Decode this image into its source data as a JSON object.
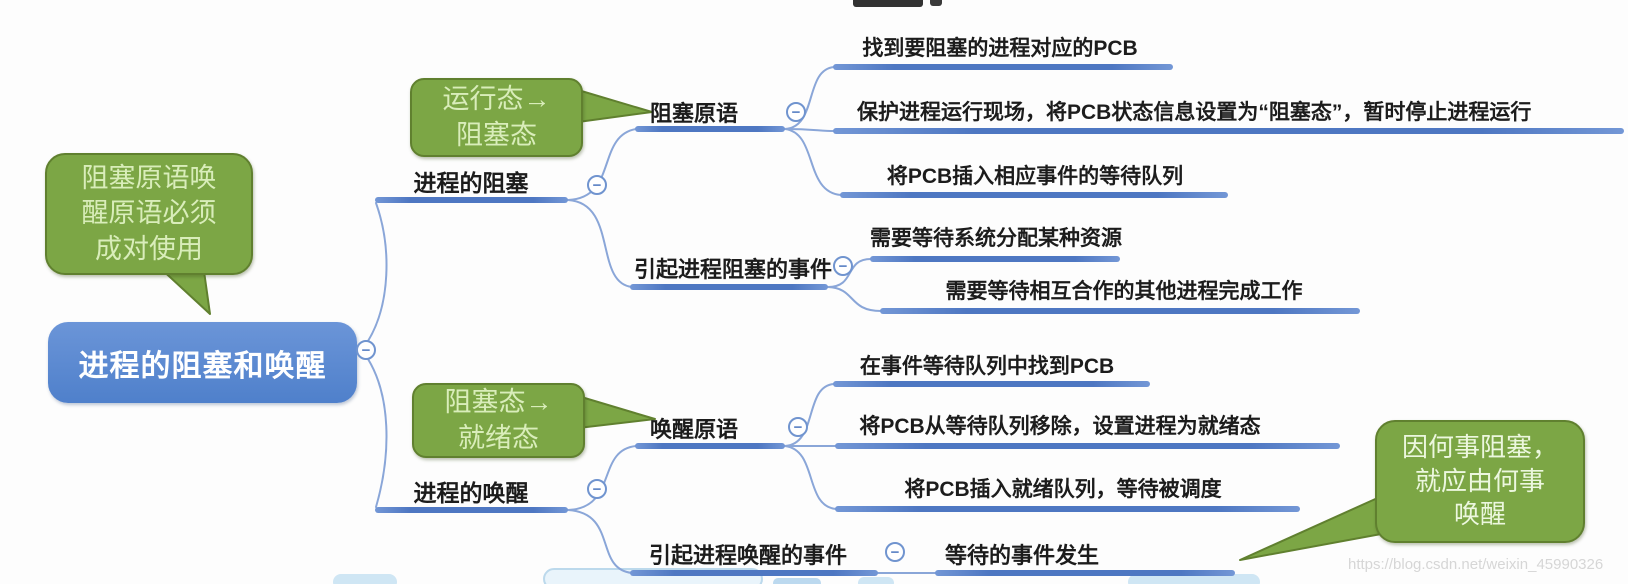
{
  "watermark": "https://blog.csdn.net/weixin_45990326",
  "icons": {
    "minus": "−"
  },
  "colors": {
    "node_blue": "#5b89d2",
    "line_blue": "#4e77c2",
    "callout_green": "#7ca645",
    "callout_text": "#d9edba"
  },
  "root": {
    "label": "进程的阻塞和唤醒"
  },
  "callouts": {
    "pair_note": {
      "lines": [
        "阻塞原语唤",
        "醒原语必须",
        "成对使用"
      ]
    },
    "run_to_block": {
      "lines": [
        "运行态→",
        "阻塞态"
      ]
    },
    "block_to_ready": {
      "lines": [
        "阻塞态→",
        "就绪态"
      ]
    },
    "wake_note": {
      "lines": [
        "因何事阻塞，",
        "就应由何事",
        "唤醒"
      ]
    }
  },
  "branches": {
    "block": {
      "label": "进程的阻塞",
      "primitive": {
        "label": "阻塞原语",
        "steps": [
          "找到要阻塞的进程对应的PCB",
          "保护进程运行现场，将PCB状态信息设置为“阻塞态”，暂时停止进程运行",
          "将PCB插入相应事件的等待队列"
        ]
      },
      "events": {
        "label": "引起进程阻塞的事件",
        "items": [
          "需要等待系统分配某种资源",
          "需要等待相互合作的其他进程完成工作"
        ]
      }
    },
    "wake": {
      "label": "进程的唤醒",
      "primitive": {
        "label": "唤醒原语",
        "steps": [
          "在事件等待队列中找到PCB",
          "将PCB从等待队列移除，设置进程为就绪态",
          "将PCB插入就绪队列，等待被调度"
        ]
      },
      "events": {
        "label": "引起进程唤醒的事件",
        "items": [
          "等待的事件发生"
        ]
      }
    }
  }
}
